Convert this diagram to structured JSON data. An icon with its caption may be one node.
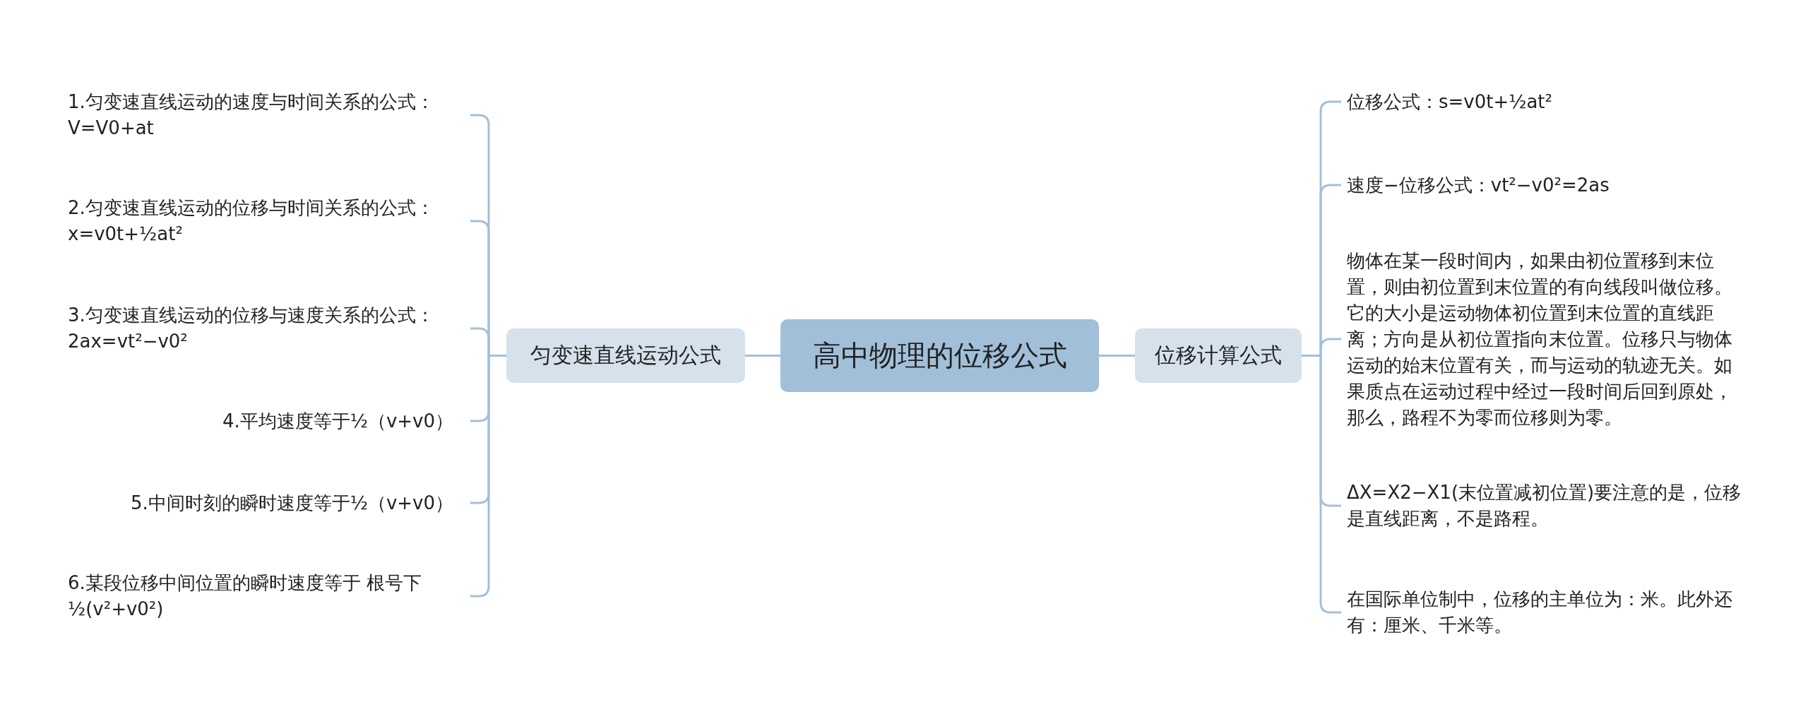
{
  "diagram": {
    "nodes": [
      {
        "text": [
          "高中物理的位移公式"
        ]
      },
      {
        "text": [
          "匀变速直线运动公式"
        ]
      },
      {
        "text": [
          "1.匀变速直线运动的速度与时间关系的公式：V=V0+at"
        ]
      },
      {
        "text": [
          "2.匀变速直线运动的位移与时间关系的公式：x=v0t+½at²"
        ]
      },
      {
        "text": [
          "3.匀变速直线运动的位移与速度关系的公式：2ax=vt²−v0²"
        ]
      },
      {
        "text": [
          "4.平均速度等于½（v+v0）"
        ]
      },
      {
        "text": [
          "5.中间时刻的瞬时速度等于½（v+v0）"
        ]
      },
      {
        "text": [
          "6.某段位移中间位置的瞬时速度等于 根号下½(v²+v0²)"
        ]
      },
      {
        "text": [
          "位移计算公式"
        ]
      },
      {
        "text": [
          "位移公式：s=v0t+½at²"
        ]
      },
      {
        "text": [
          "速度−位移公式：vt²−v0²=2as"
        ]
      },
      {
        "text": [
          "物体在某一段时间内，如果由初位置移到末位置，则由初位置到末位置的有向线段叫做位移。它的大小是运动物体初位置到末位置的直线距离；方向是从初位置指向末位置。位移只与物体运动的始末位置有关，而与运动的轨迹无关。如果质点在运动过程中经过一段时间后回到原处，那么，路程不为零而位移则为零。"
        ]
      },
      {
        "text": [
          "ΔX=X2−X1(末位置减初位置)要注意的是，位移是直线距离，不是路程。"
        ]
      },
      {
        "text": [
          "在国际单位制中，位移的主单位为：米。此外还有：厘米、千米等。"
        ]
      }
    ],
    "edges": [
      {
        "from": 0,
        "to": 1,
        "arrow": "none"
      },
      {
        "from": 1,
        "to": 2,
        "arrow": "none"
      },
      {
        "from": 1,
        "to": 3,
        "arrow": "none"
      },
      {
        "from": 1,
        "to": 4,
        "arrow": "none"
      },
      {
        "from": 1,
        "to": 5,
        "arrow": "none"
      },
      {
        "from": 1,
        "to": 6,
        "arrow": "none"
      },
      {
        "from": 1,
        "to": 7,
        "arrow": "none"
      },
      {
        "from": 0,
        "to": 8,
        "arrow": "none"
      },
      {
        "from": 8,
        "to": 9,
        "arrow": "none"
      },
      {
        "from": 8,
        "to": 10,
        "arrow": "none"
      },
      {
        "from": 8,
        "to": 11,
        "arrow": "none"
      },
      {
        "from": 8,
        "to": 12,
        "arrow": "none"
      },
      {
        "from": 8,
        "to": 13,
        "arrow": "none"
      }
    ]
  }
}
